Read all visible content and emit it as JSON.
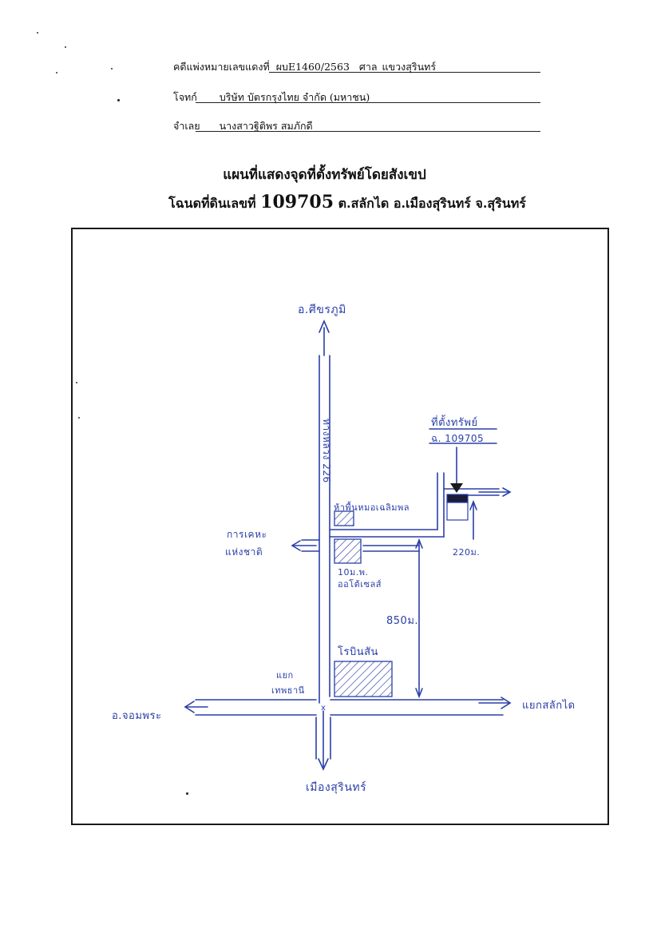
{
  "header": {
    "case_label": "คดีแพ่งหมายเลขแดงที่",
    "case_value": "ผบE1460/2563",
    "court_label": "ศาล",
    "court_value": "แขวงสุรินทร์",
    "plaintiff_label": "โจทก์",
    "plaintiff_value": "บริษัท บัตรกรุงไทย จำกัด (มหาชน)",
    "defendant_label": "จำเลย",
    "defendant_value": "นางสาวฐิติพร สมภักดี"
  },
  "title": {
    "line1": "แผนที่แสดงจุดที่ตั้งทรัพย์โดยสังเขป",
    "line2_prefix": "โฉนดที่ดินเลขที่",
    "deed_number": "109705",
    "line2_suffix": "ต.สลักได อ.เมืองสุรินทร์ จ.สุรินทร์"
  },
  "map": {
    "north_label": "อ.ศีขรภูมิ",
    "road_label": "ทางหลวง 226",
    "property_label": "ที่ตั้งทรัพย์",
    "property_deed": "ฉ. 109705",
    "shop_label": "ห้าพื้นหมอเฉลิมพล",
    "left_place_line1": "การเคหะ",
    "left_place_line2": "แห่งชาติ",
    "distance_220": "220ม.",
    "school_line1": "10ม.พ.",
    "school_line2": "ออโต้เซลส์",
    "distance_850": "850ม.",
    "robinson_label": "โรบินสัน",
    "junction_line1": "แยก",
    "junction_line2": "เทพธานี",
    "west_label": "อ.จอมพระ",
    "east_label": "แยกสลักได",
    "south_label": "เมืองสุรินทร์"
  },
  "colors": {
    "ink": "#2a3fa8",
    "print": "#111111"
  }
}
